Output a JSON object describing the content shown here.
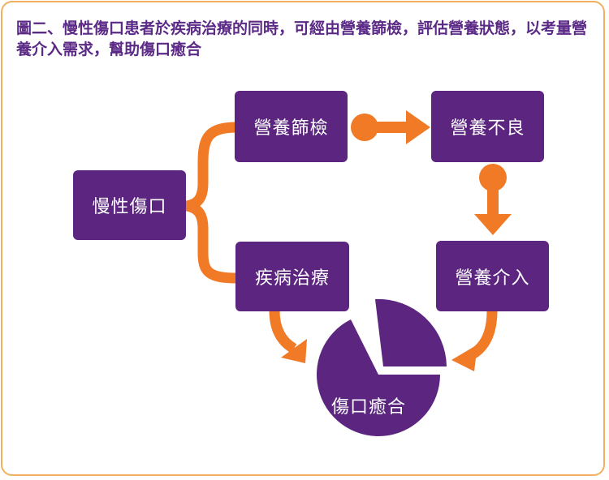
{
  "caption": "圖二、慢性傷口患者於疾病治療的同時，可經由營養篩檢，評估營養狀態，以考量營養介入需求，幫助傷口癒合",
  "nodes": {
    "chronic_wound": "慢性傷口",
    "nutrition_screening": "營養篩檢",
    "disease_treatment": "疾病治療",
    "malnutrition": "營養不良",
    "nutrition_intervention": "營養介入",
    "wound_healing": "傷口癒合"
  },
  "colors": {
    "box": "#5b2580",
    "arrow": "#f07a26",
    "border": "#f0b060",
    "caption": "#5b2a86"
  }
}
